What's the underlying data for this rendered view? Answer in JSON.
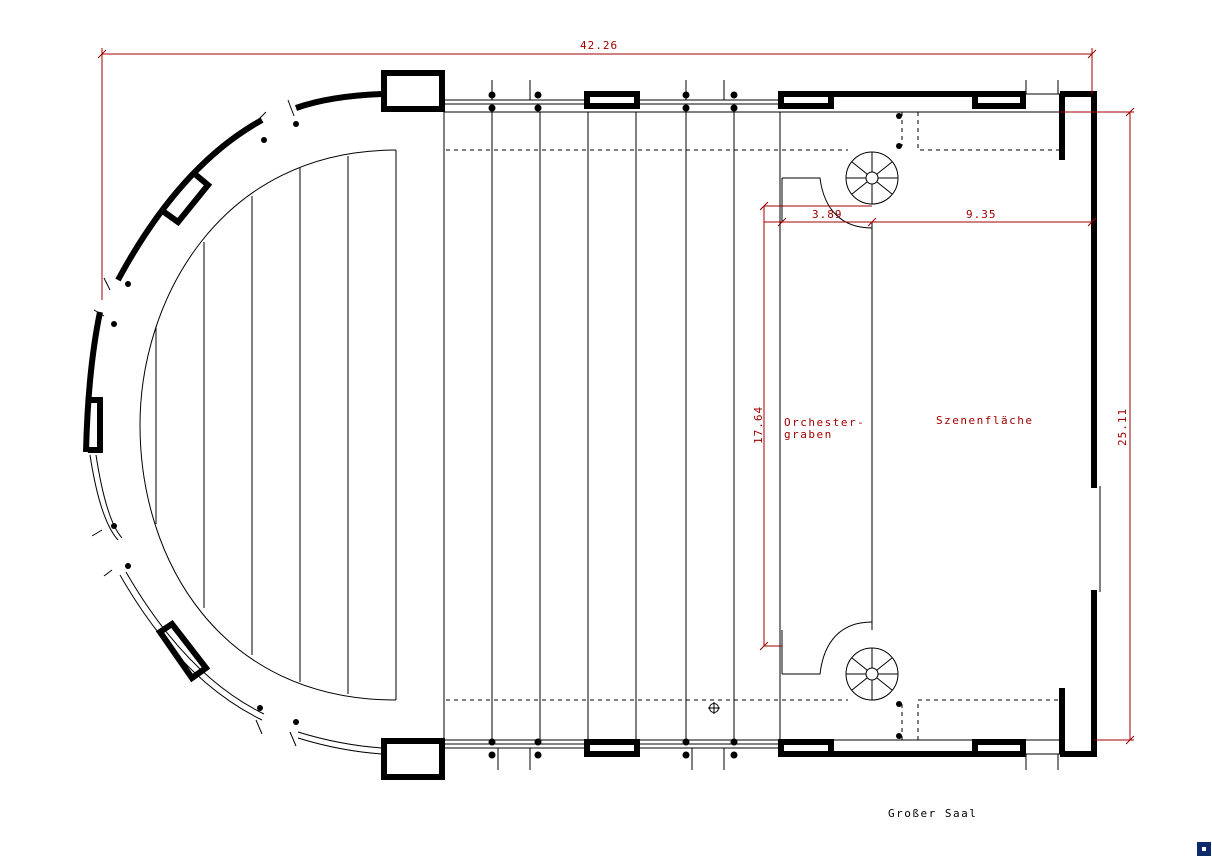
{
  "dimensions": {
    "total_width": "42.26",
    "orchestra_width": "3.89",
    "stage_width": "9.35",
    "orchestra_depth": "17.64",
    "stage_depth": "25.11"
  },
  "labels": {
    "orchestra_line1": "Orchester-",
    "orchestra_line2": "graben",
    "stage": "Szenenfläche",
    "title": "Großer Saal"
  },
  "colors": {
    "walls": "#000000",
    "dimensions": "#a00000",
    "corner_button": "#0d2a6b"
  },
  "corner_button": {
    "icon": "square-icon"
  }
}
